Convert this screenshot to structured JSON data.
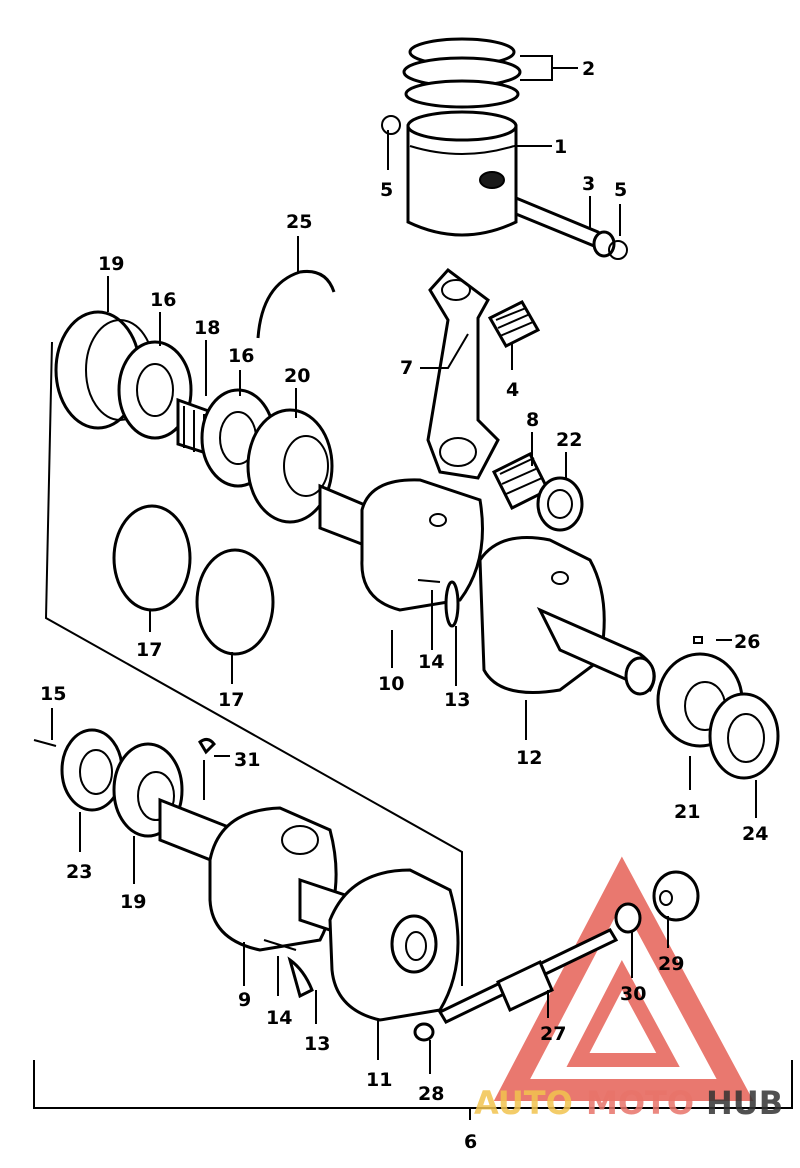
{
  "diagram": {
    "labels": [
      "1",
      "2",
      "3",
      "4",
      "5",
      "5",
      "6",
      "7",
      "8",
      "9",
      "10",
      "11",
      "12",
      "13",
      "13",
      "14",
      "14",
      "15",
      "16",
      "16",
      "17",
      "17",
      "18",
      "19",
      "19",
      "20",
      "21",
      "22",
      "23",
      "24",
      "25",
      "26",
      "27",
      "28",
      "29",
      "30",
      "31"
    ]
  },
  "watermark": {
    "part1": "AUTO",
    "part2": "MOTO",
    "part3": "HUB",
    "colors": {
      "auto": "#f2c44f",
      "moto": "#e8746a",
      "hub": "#333333",
      "triangle": "#e24b3f"
    }
  }
}
